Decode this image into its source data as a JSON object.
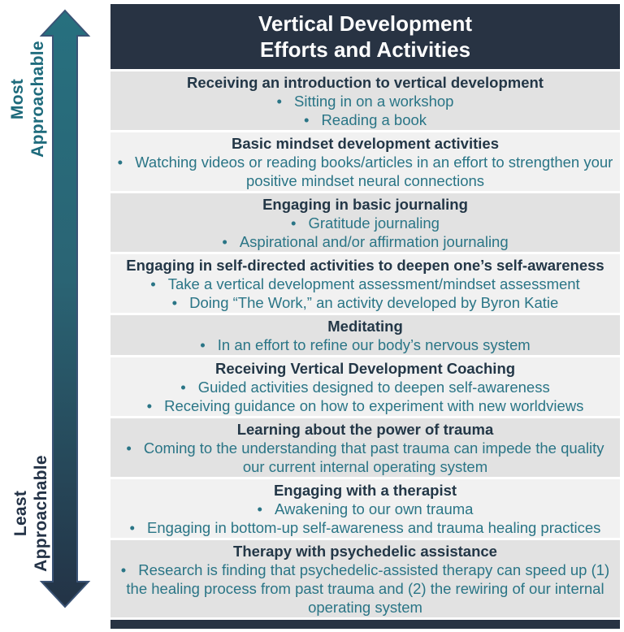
{
  "bullet": "•",
  "colors": {
    "header_bg": "#283343",
    "row_dark": "#e2e2e2",
    "row_light": "#f1f1f1",
    "title_text": "#233747",
    "bullet_text": "#2a7586",
    "arrow_teal": "#27707f",
    "arrow_navy": "#233346",
    "most_label": "#1e6b7c",
    "least_label": "#243347"
  },
  "axis": {
    "top_label": "Most\nApproachable",
    "bottom_label": "Least\nApproachable"
  },
  "header": {
    "title": "Vertical Development\nEfforts and Activities"
  },
  "rows": [
    {
      "title": "Receiving an introduction to vertical development",
      "bullets": [
        "Sitting in on a workshop",
        "Reading a book"
      ]
    },
    {
      "title": "Basic mindset development activities",
      "bullets": [
        "Watching videos or reading books/articles in an effort to strengthen your positive mindset neural connections"
      ]
    },
    {
      "title": "Engaging in basic journaling",
      "bullets": [
        "Gratitude journaling",
        "Aspirational and/or affirmation journaling"
      ]
    },
    {
      "title": "Engaging in self-directed activities to deepen one’s self-awareness",
      "bullets": [
        "Take a vertical development assessment/mindset assessment",
        "Doing “The Work,” an activity developed by Byron Katie"
      ]
    },
    {
      "title": "Meditating",
      "bullets": [
        "In an effort to refine our body’s nervous system"
      ]
    },
    {
      "title": "Receiving Vertical Development Coaching",
      "bullets": [
        "Guided activities designed to deepen self-awareness",
        "Receiving guidance on how to experiment with new worldviews"
      ]
    },
    {
      "title": "Learning about the power of trauma",
      "bullets": [
        "Coming to the understanding that past trauma can impede the quality our current internal operating system"
      ]
    },
    {
      "title": "Engaging with a therapist",
      "bullets": [
        "Awakening to our own trauma",
        "Engaging in bottom-up self-awareness and trauma healing practices"
      ]
    },
    {
      "title": "Therapy with psychedelic assistance",
      "bullets": [
        "Research is finding that psychedelic-assisted therapy can speed up (1) the healing process from past trauma and (2) the rewiring of our internal operating system"
      ]
    }
  ]
}
